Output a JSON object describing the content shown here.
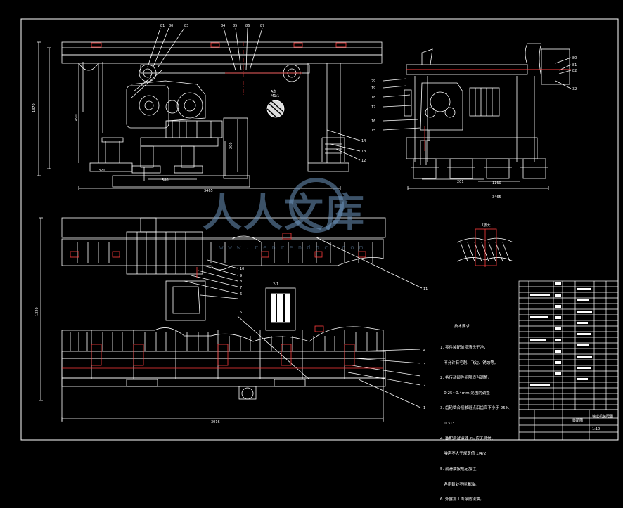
{
  "watermark": {
    "chars": "人人文库",
    "url": "www.renrendoc.com",
    "color": "#6e96be"
  },
  "colors": {
    "background": "#000000",
    "outline": "#ffffff",
    "centerline": "#ff3b3b",
    "part": "#e8e8e8"
  },
  "drawing": {
    "section_label": "A向",
    "section_scale": "M1:1",
    "detail_label": "I放大",
    "detail_label2": "I",
    "section_b": "2-1",
    "tech_title": "技术要求",
    "tech_notes": [
      "1. 零件装配前须清洗干净，",
      "   不允许有毛刺、飞边、锈蚀等。",
      "2. 各传动部件间隙适当调整，",
      "   0.25~0.4mm 范围内调整",
      "3. 齿轮啮合接触斑点沿齿高不小于 25%，",
      "   0.31°",
      "4. 装配后试运转 2h 应无异常，",
      "   噪声不大于规定值 1/4/2",
      "5. 润滑油按规定加注，",
      "   各密封处不得漏油。",
      "6. 外露加工面涂防锈油。"
    ],
    "dims": {
      "top_total": "3465",
      "top_left": "1370",
      "side_total": "3465",
      "side_201": "201",
      "side_1160": "1160",
      "bottom_total": "3016",
      "bottom_height": "1320",
      "d490": "490",
      "d200": "200",
      "d380": "380",
      "d320": "320"
    },
    "balloons_top": [
      "81",
      "80",
      "83",
      "84",
      "85",
      "86",
      "87"
    ],
    "balloons_right_view": [
      "29",
      "19",
      "18",
      "17",
      "16",
      "15"
    ],
    "balloons_right_edge": [
      "80",
      "81",
      "82",
      "32"
    ],
    "balloons_side": [
      "14",
      "13",
      "12"
    ],
    "balloons_plan": [
      "10",
      "9",
      "8",
      "7",
      "6",
      "5",
      "11",
      "4",
      "3",
      "2",
      "1"
    ],
    "title_block": {
      "drawing_title": "输送机装配图",
      "drawing_no": "装配图",
      "scale": "1:10"
    }
  }
}
